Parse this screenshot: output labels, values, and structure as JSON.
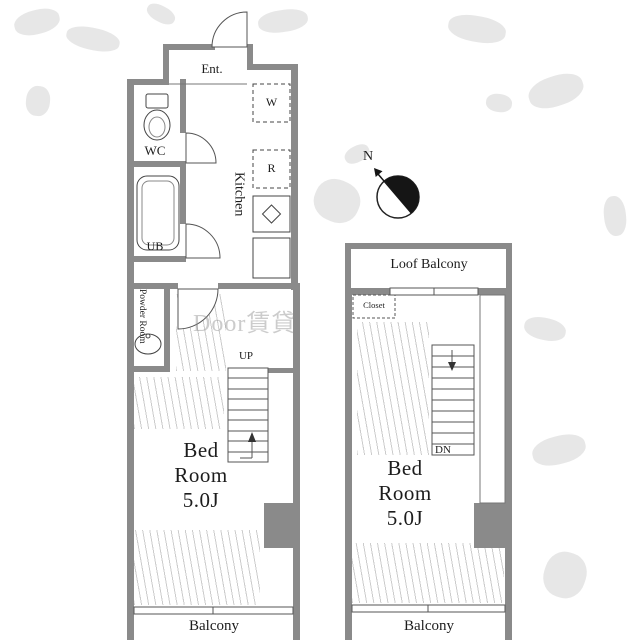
{
  "watermark": "Door賃貸",
  "compass": {
    "north": "N"
  },
  "floor1": {
    "entrance": "Ent.",
    "wc": "WC",
    "bath": "UB",
    "powder_room": "Powder Room",
    "kitchen": "Kitchen",
    "washer": "W",
    "fridge": "R",
    "stairs_direction": "UP",
    "bedroom": "Bed\nRoom\n5.0J",
    "balcony": "Balcony"
  },
  "floor2": {
    "roof_balcony": "Loof Balcony",
    "closet": "Closet",
    "stairs_direction": "DN",
    "bedroom": "Bed\nRoom\n5.0J",
    "balcony": "Balcony"
  },
  "colors": {
    "wall": "#8a8a8a",
    "line": "#555555",
    "accent": "#111111"
  }
}
